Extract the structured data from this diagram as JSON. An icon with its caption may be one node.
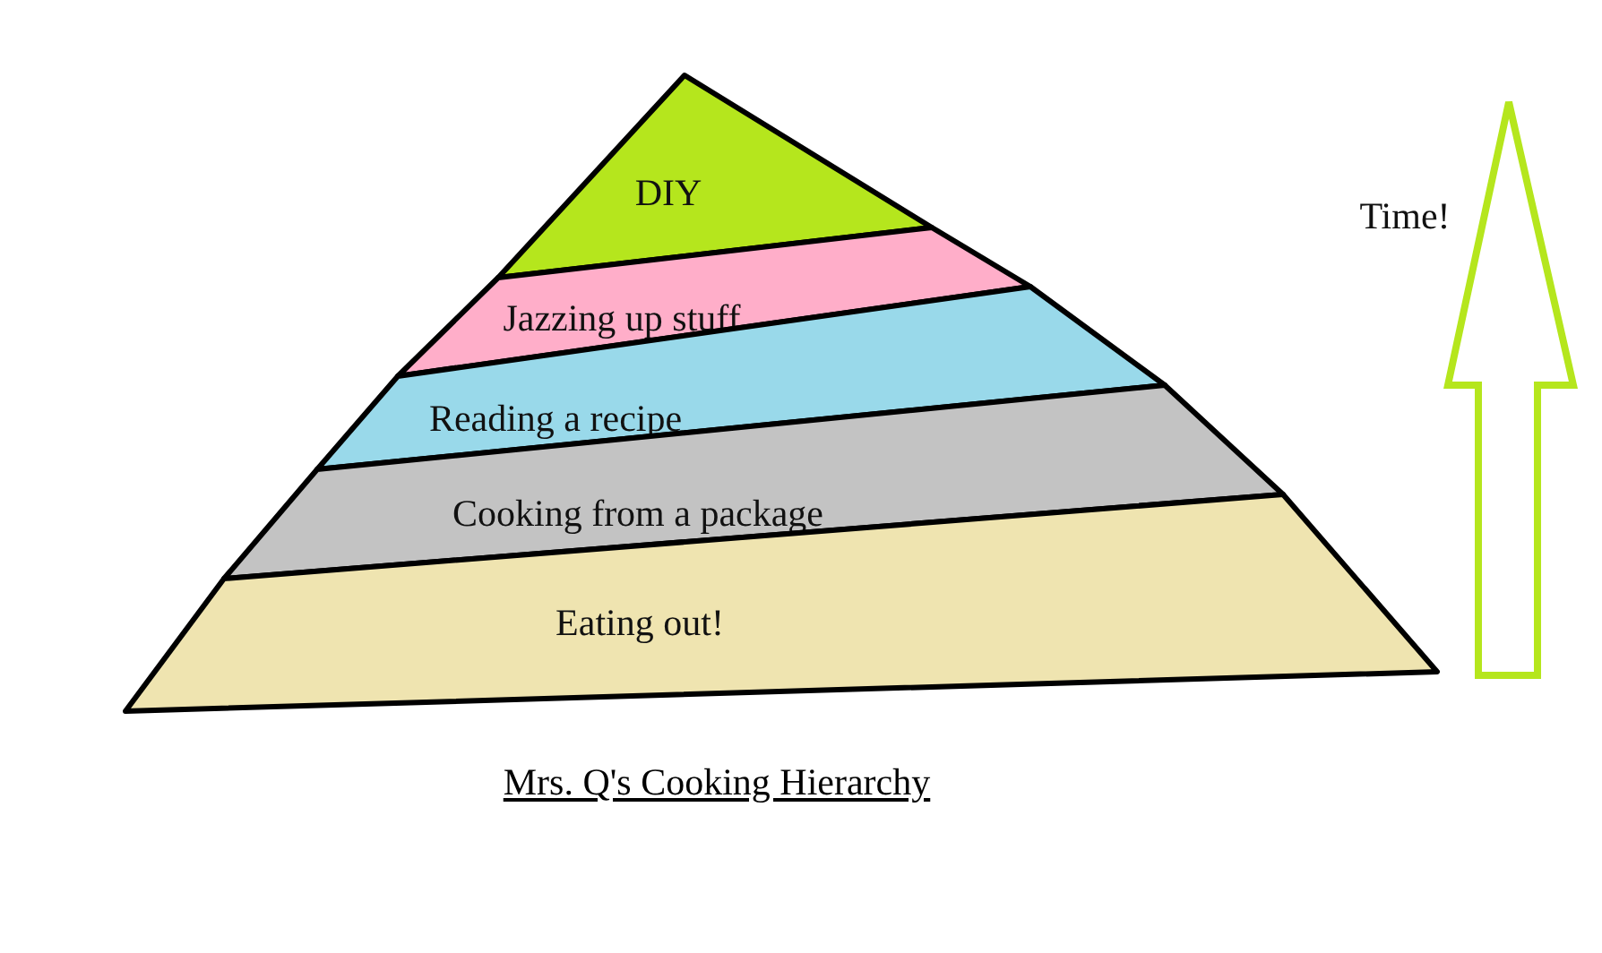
{
  "diagram": {
    "caption": "Mrs. Q's Cooking Hierarchy",
    "nodes": [
      {
        "text": [
          "DIY"
        ]
      },
      {
        "text": [
          "Jazzing up stuff"
        ]
      },
      {
        "text": [
          "Reading a recipe"
        ]
      },
      {
        "text": [
          "Cooking from a package"
        ]
      },
      {
        "text": [
          "Eating out!"
        ]
      }
    ],
    "labels": [
      "Time!"
    ]
  }
}
